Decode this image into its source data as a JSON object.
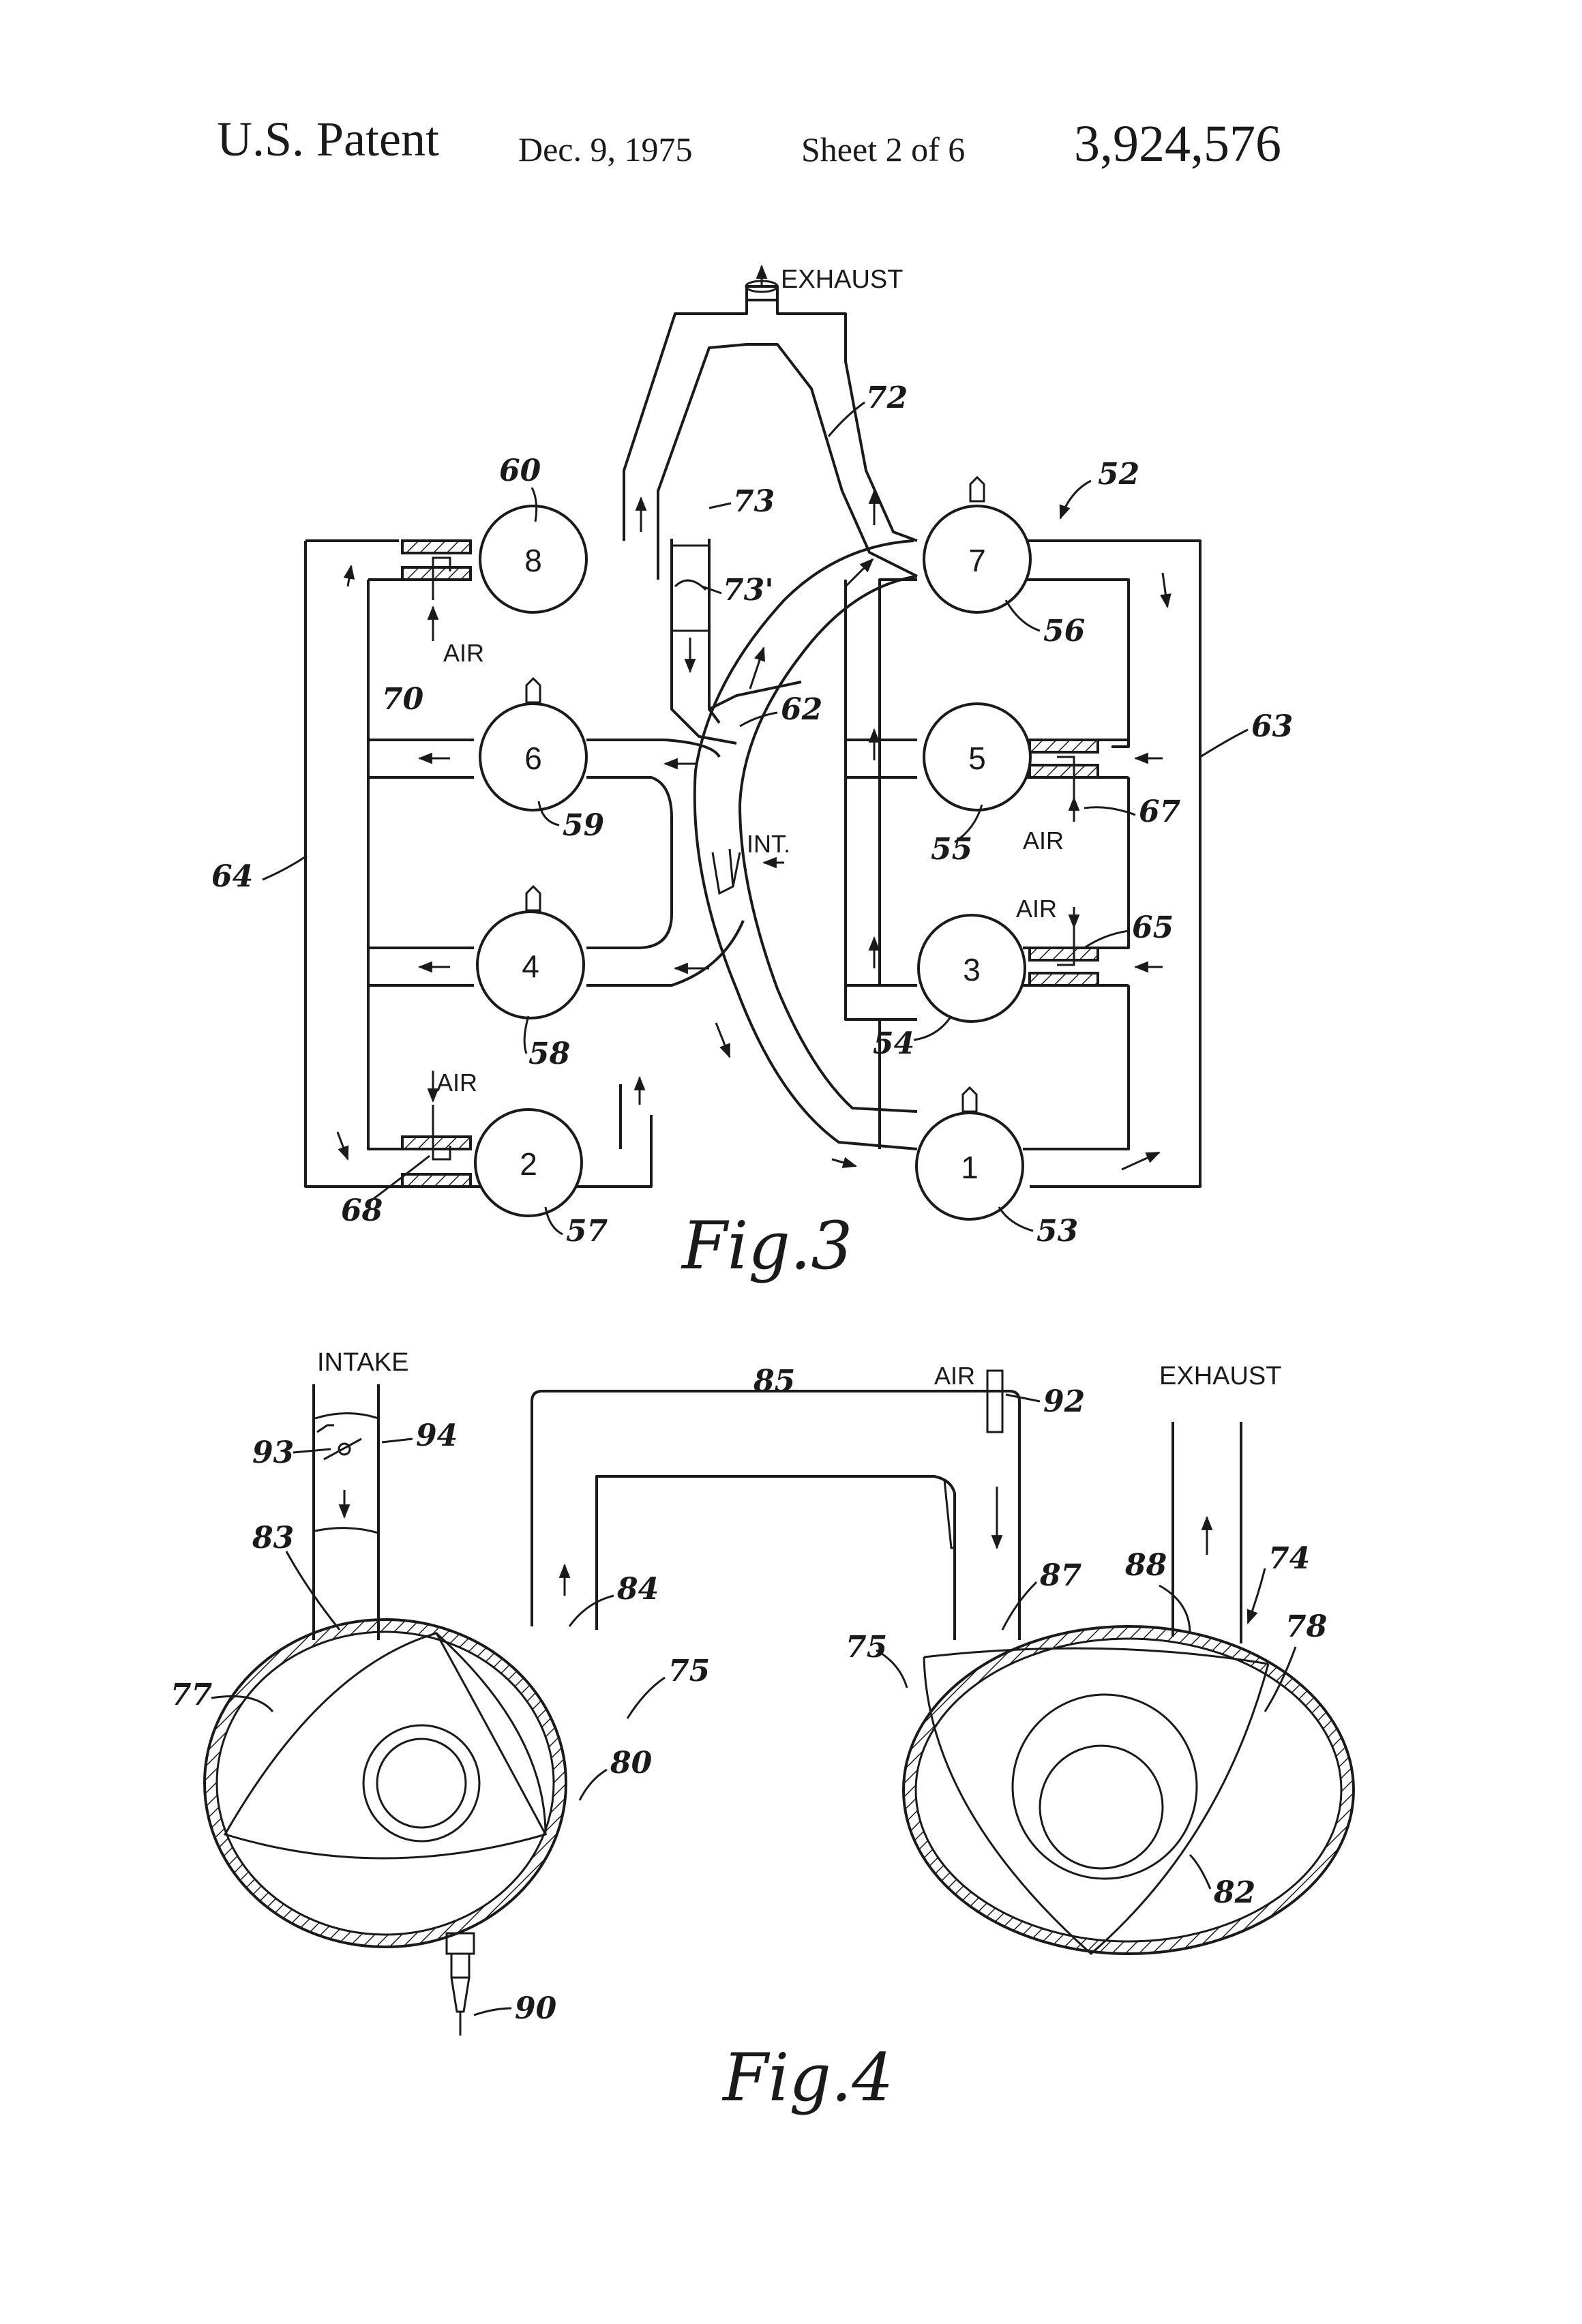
{
  "header": {
    "patent_label": "U.S. Patent",
    "date": "Dec. 9, 1975",
    "sheet": "Sheet 2 of 6",
    "patent_number": "3,924,576"
  },
  "fig3": {
    "caption": "Fig.3",
    "exhaust_label": "EXHAUST",
    "intake_label": "INT.",
    "air_label": "AIR",
    "cylinders": [
      {
        "number": "1",
        "ref": "53"
      },
      {
        "number": "2",
        "ref": "57"
      },
      {
        "number": "3",
        "ref": "54"
      },
      {
        "number": "4",
        "ref": "58"
      },
      {
        "number": "5",
        "ref": "55"
      },
      {
        "number": "6",
        "ref": "59"
      },
      {
        "number": "7",
        "ref": "56"
      },
      {
        "number": "8",
        "ref": "60"
      }
    ],
    "refs": {
      "exhaust_manifold": "72",
      "pipe": "73",
      "pipe_prime": "73'",
      "intake_manifold": "62",
      "right_bank": "63",
      "left_bank": "64",
      "engine": "52",
      "air_65": "65",
      "air_67": "67",
      "air_68": "68",
      "air_70": "70"
    }
  },
  "fig4": {
    "caption": "Fig.4",
    "intake_label": "INTAKE",
    "exhaust_label": "EXHAUST",
    "air_label": "AIR",
    "refs": {
      "transfer_duct": "85",
      "air_nozzle": "92",
      "throttle_93": "93",
      "throttle_94": "94",
      "port_83": "83",
      "port_84": "84",
      "port_87": "87",
      "port_88": "88",
      "engine": "74",
      "housing_left": "75",
      "housing_right": "75",
      "chamber_77": "77",
      "chamber_78": "78",
      "rotor_80": "80",
      "rotor_82": "82",
      "spark_plug": "90"
    }
  }
}
